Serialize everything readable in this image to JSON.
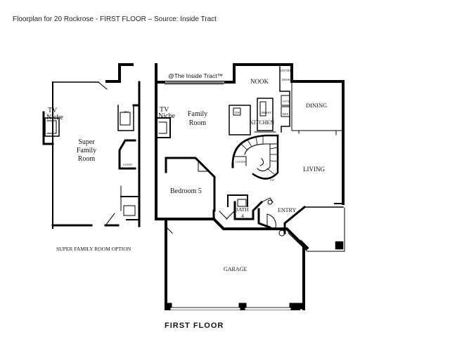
{
  "header": {
    "title": "Floorplan for 20 Rockrose - FIRST FLOOR – Source: Inside Tract"
  },
  "watermark": "@The Inside Tract™",
  "option_plan": {
    "tv_niche": [
      "TV",
      "Niche"
    ],
    "super_family_room": [
      "Super",
      "Family",
      "Room"
    ],
    "caption": "SUPER FAMILY ROOM OPTION",
    "small_labels": {
      "dw": "DW",
      "coats": "COATS"
    }
  },
  "main_plan": {
    "tv_niche": [
      "TV",
      "Niche"
    ],
    "family_room": [
      "Family",
      "Room"
    ],
    "nook": "NOOK",
    "dining": "DINING",
    "kitchen": "KITCHEN",
    "living": "LIVING",
    "bedroom5": "Bedroom 5",
    "bath": [
      "BATH",
      "4"
    ],
    "entry": "ENTRY",
    "garage": "GARAGE",
    "small_labels": {
      "pantry": "PANTRY",
      "desk": "DESK",
      "ovn": "OVN",
      "ref": "REF",
      "dw": "DW",
      "bkfst": "BKFST",
      "coats": "COATS",
      "up": "UP"
    }
  },
  "footer": {
    "label": "FIRST FLOOR"
  }
}
